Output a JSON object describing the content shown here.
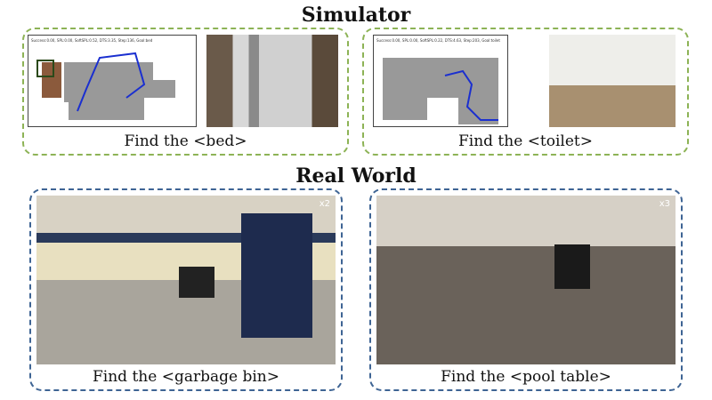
{
  "sections": {
    "simulator": "Simulator",
    "real_world": "Real World"
  },
  "panels": [
    {
      "caption_prefix": "Find the ",
      "goal": "<bed>",
      "stats": "Success:0.00, SPL:0.00, SoftSPL:0.52, DTS:3.35, Step:136, Goal:bed"
    },
    {
      "caption_prefix": "Find the ",
      "goal": "<toilet>",
      "stats": "Success:0.00, SPL:0.00, SoftSPL:0.22, DTS:4.63, Step:203, Goal:toilet"
    },
    {
      "caption_prefix": "Find the ",
      "goal": "<garbage bin>",
      "speed": "x2"
    },
    {
      "caption_prefix": "Find the ",
      "goal": "<pool table>",
      "speed": "x3"
    }
  ]
}
